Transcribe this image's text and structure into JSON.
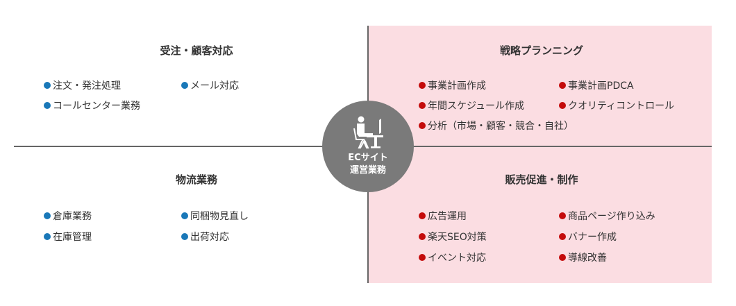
{
  "center": {
    "line1": "ECサイト",
    "line2": "運営業務",
    "icon": "person-at-desk-icon"
  },
  "colors": {
    "blue_bullet": "#1a78b8",
    "red_bullet": "#c40b0b",
    "pink_bg": "#fbdde2",
    "circle": "#7a7a7a"
  },
  "quadrants": {
    "order": {
      "title": "受注・顧客対応",
      "items": [
        "注文・発注処理",
        "メール対応",
        "コールセンター業務"
      ]
    },
    "strategy": {
      "title": "戦略プランニング",
      "items": [
        "事業計画作成",
        "事業計画PDCA",
        "年間スケジュール作成",
        "クオリティコントロール",
        "分析（市場・顧客・競合・自社）"
      ]
    },
    "logistics": {
      "title": "物流業務",
      "items": [
        "倉庫業務",
        "同梱物見直し",
        "在庫管理",
        "出荷対応"
      ]
    },
    "sales": {
      "title": "販売促進・制作",
      "items": [
        "広告運用",
        "商品ページ作り込み",
        "楽天SEO対策",
        "バナー作成",
        "イベント対応",
        "導線改善"
      ]
    }
  }
}
